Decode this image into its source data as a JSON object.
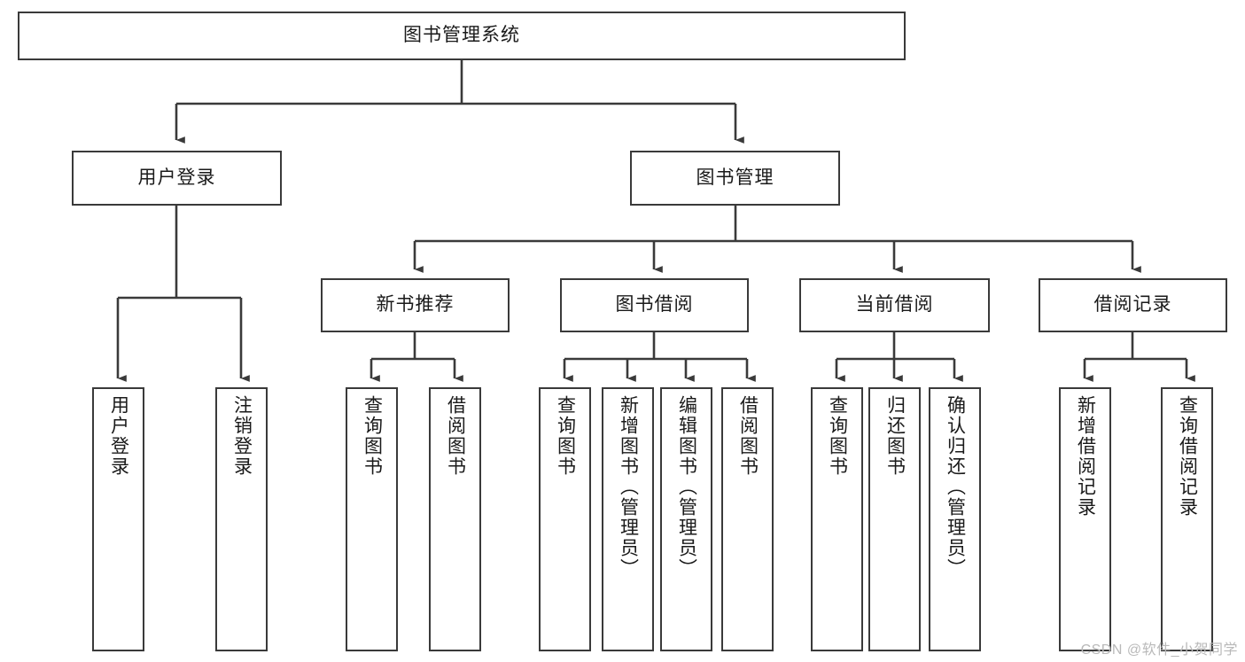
{
  "diagram": {
    "type": "tree-hierarchy-diagram",
    "root": {
      "label": "图书管理系统"
    },
    "level1": [
      {
        "label": "用户登录"
      },
      {
        "label": "图书管理"
      }
    ],
    "level2": [
      {
        "label": "新书推荐"
      },
      {
        "label": "图书借阅"
      },
      {
        "label": "当前借阅"
      },
      {
        "label": "借阅记录"
      }
    ],
    "leaves": {
      "user_login": [
        {
          "label": "用户登录"
        },
        {
          "label": "注销登录"
        }
      ],
      "new_book_recommend": [
        {
          "label": "查询图书"
        },
        {
          "label": "借阅图书"
        }
      ],
      "book_borrow": [
        {
          "label": "查询图书"
        },
        {
          "label": "新增图书（管理员）"
        },
        {
          "label": "编辑图书（管理员）"
        },
        {
          "label": "借阅图书"
        }
      ],
      "current_borrow": [
        {
          "label": "查询图书"
        },
        {
          "label": "归还图书"
        },
        {
          "label": "确认归还（管理员）"
        }
      ],
      "borrow_record": [
        {
          "label": "新增借阅记录"
        },
        {
          "label": "查询借阅记录"
        }
      ]
    }
  },
  "watermark": {
    "text": "CSDN @软件_小贺同学"
  },
  "colors": {
    "stroke": "#3a3a3a",
    "text": "#1a1a1a",
    "background": "#ffffff",
    "watermark": "#b9b9b9"
  }
}
